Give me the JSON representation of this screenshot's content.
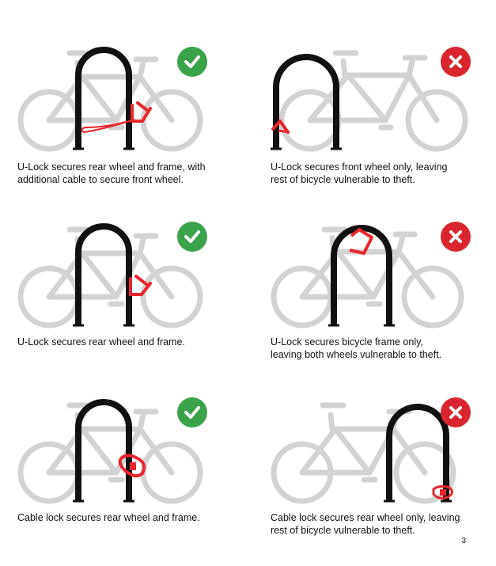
{
  "panels": [
    {
      "status": "correct",
      "caption": "U-Lock secures rear wheel and frame, with\nadditional cable to secure front wheel."
    },
    {
      "status": "incorrect",
      "caption": "U-Lock secures front wheel only, leaving\nrest of bicycle vulnerable to theft."
    },
    {
      "status": "correct",
      "caption": "U-Lock secures rear wheel and frame."
    },
    {
      "status": "incorrect",
      "caption": "U-Lock secures bicycle frame only,\nleaving both wheels vulnerable to theft."
    },
    {
      "status": "correct",
      "caption": "Cable lock secures rear wheel and frame."
    },
    {
      "status": "incorrect",
      "caption": "Cable lock secures rear wheel only, leaving\nrest of bicycle vulnerable to theft."
    }
  ],
  "page_number": "3",
  "colors": {
    "correct": "#3aa34a",
    "incorrect": "#d9262e",
    "lock": "#e8262e",
    "bike": "#d3d3d3",
    "rack": "#111111"
  },
  "icons": {
    "correct": "checkmark-icon",
    "incorrect": "x-mark-icon"
  }
}
